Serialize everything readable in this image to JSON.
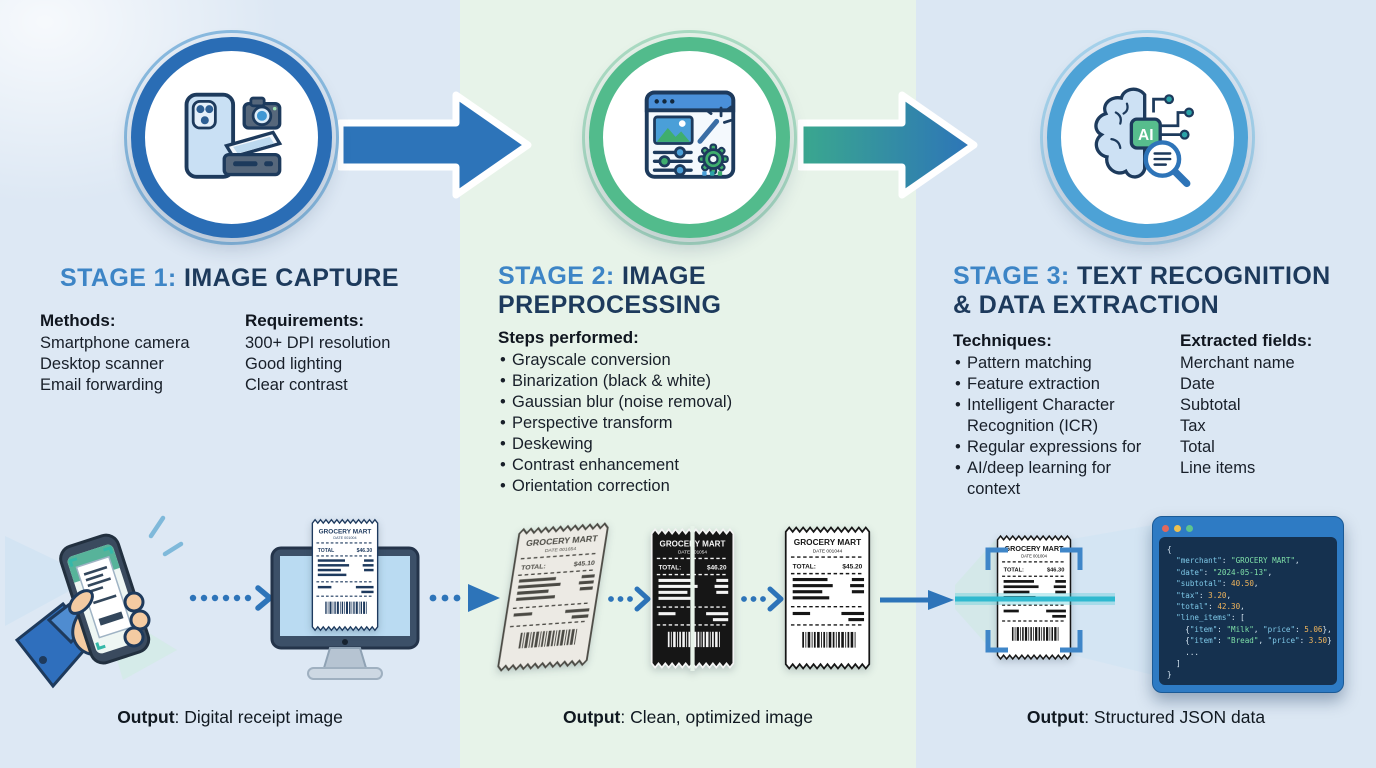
{
  "stages": [
    {
      "title_prefix": "STAGE 1:",
      "title_rest": "IMAGE CAPTURE",
      "col_a": {
        "heading": "Methods:",
        "items": [
          "Smartphone camera",
          "Desktop scanner",
          "Email forwarding"
        ]
      },
      "col_b": {
        "heading": "Requirements:",
        "items": [
          "300+ DPI resolution",
          "Good lighting",
          "Clear contrast"
        ]
      },
      "output_label": "Output",
      "output_text": ": Digital receipt image"
    },
    {
      "title_prefix": "STAGE 2:",
      "title_rest": "IMAGE PREPROCESSING",
      "steps_heading": "Steps performed:",
      "steps": [
        "Grayscale conversion",
        "Binarization (black & white)",
        "Gaussian blur (noise removal)",
        "Perspective transform",
        "Deskewing",
        "Contrast enhancement",
        "Orientation correction"
      ],
      "output_label": "Output",
      "output_text": ": Clean, optimized image"
    },
    {
      "title_prefix": "STAGE 3:",
      "title_rest": "TEXT RECOGNITION & DATA EXTRACTION",
      "techniques_heading": "Techniques:",
      "techniques": [
        "Pattern matching",
        "Feature extraction",
        "Intelligent Character Recognition (ICR)",
        "Regular expressions for",
        "AI/deep learning for context"
      ],
      "fields_heading": "Extracted fields:",
      "fields": [
        "Merchant name",
        "Date",
        "Subtotal",
        "Tax",
        "Total",
        "Line items"
      ],
      "output_label": "Output",
      "output_text": ": Structured JSON data"
    }
  ],
  "icons": {
    "ai_chip_label": "AI"
  },
  "illustrations": {
    "receipts": {
      "monitor": {
        "store": "GROCERY MART",
        "date": "DATE 001004",
        "total_label": "TOTAL",
        "total": "$46.30",
        "mode": "monitor"
      },
      "skewed": {
        "store": "GROCERY MART",
        "date": "DATE 001654",
        "total_label": "TOTAL:",
        "total": "$45.10",
        "mode": "gray"
      },
      "binarized": {
        "store": "GROCERY MART",
        "date": "DATE 001054",
        "total_label": "TOTAL:",
        "total": "$46.20",
        "mode": "negative",
        "split": true
      },
      "clean": {
        "store": "GROCERY MART",
        "date": "DATE 001044",
        "total_label": "TOTAL:",
        "total": "$45.20",
        "mode": "clean"
      },
      "scanned": {
        "store": "GROCERY MART",
        "date": "DATE 001004",
        "total_label": "TOTAL:",
        "total": "$46.30",
        "mode": "clean"
      }
    }
  },
  "code_window": {
    "lines": [
      [
        [
          "p",
          "{"
        ]
      ],
      [
        [
          "k",
          "  \"merchant\""
        ],
        [
          "p",
          ": "
        ],
        [
          "s",
          "\"GROCERY MART\""
        ],
        [
          "p",
          ","
        ]
      ],
      [
        [
          "k",
          "  \"date\""
        ],
        [
          "p",
          ": "
        ],
        [
          "s",
          "\"2024-05-13\""
        ],
        [
          "p",
          ","
        ]
      ],
      [
        [
          "k",
          "  \"subtotal\""
        ],
        [
          "p",
          ": "
        ],
        [
          "n",
          "40.50"
        ],
        [
          "p",
          ","
        ]
      ],
      [
        [
          "k",
          "  \"tax\""
        ],
        [
          "p",
          ": "
        ],
        [
          "n",
          "3.20"
        ],
        [
          "p",
          ","
        ]
      ],
      [
        [
          "k",
          "  \"total\""
        ],
        [
          "p",
          ": "
        ],
        [
          "n",
          "42.30"
        ],
        [
          "p",
          ","
        ]
      ],
      [
        [
          "k",
          "  \"line_items\""
        ],
        [
          "p",
          ": ["
        ]
      ],
      [
        [
          "p",
          "    {"
        ],
        [
          "k",
          "\"item\""
        ],
        [
          "p",
          ": "
        ],
        [
          "s",
          "\"Milk\""
        ],
        [
          "p",
          ", "
        ],
        [
          "k",
          "\"price\""
        ],
        [
          "p",
          ": "
        ],
        [
          "n",
          "5.06"
        ],
        [
          "p",
          "},"
        ]
      ],
      [
        [
          "p",
          "    {"
        ],
        [
          "k",
          "\"item\""
        ],
        [
          "p",
          ": "
        ],
        [
          "s",
          "\"Bread\""
        ],
        [
          "p",
          ", "
        ],
        [
          "k",
          "\"price\""
        ],
        [
          "p",
          ": "
        ],
        [
          "n",
          "3.50"
        ],
        [
          "p",
          "}"
        ]
      ],
      [
        [
          "p",
          "    ..."
        ]
      ],
      [
        [
          "p",
          "  ]"
        ]
      ],
      [
        [
          "p",
          "}"
        ]
      ]
    ]
  },
  "colors": {
    "col1-bg": "#dde8f4",
    "col2-bg": "#e7f3e9",
    "col3-bg": "#dbe7f3",
    "ring1": "#2a6db5",
    "ring1-outer": "#8abbe0",
    "ring2": "#52bb8c",
    "ring2-outer": "#abdcc3",
    "ring3": "#4da2d6",
    "ring3-outer": "#a6d3ec",
    "arrow-blue": "#2d74b9",
    "arrow-teal": "#3aa88e",
    "title-navy": "#1d3a5c",
    "stage-blue": "#3d85c6",
    "body-text": "#16212e",
    "code-frame": "#2e7bc4",
    "code-bg": "#15314f",
    "tk-key": "#7fc9e8",
    "tk-str": "#7fe0a8",
    "tk-num": "#f2b65c",
    "tk-plain": "#d8e8f4",
    "dot-red": "#e2685c",
    "dot-yellow": "#eec050",
    "dot-green": "#5ec48e",
    "scan-teal": "#2fb9cf"
  }
}
